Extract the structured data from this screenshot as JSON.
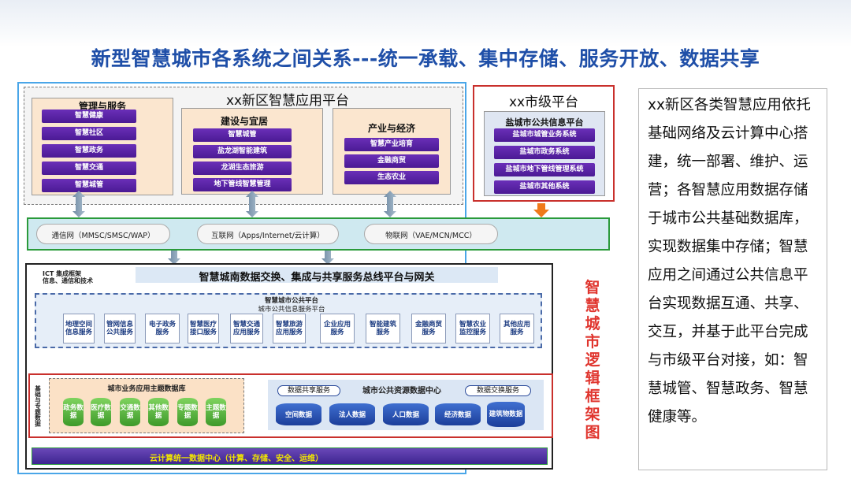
{
  "title": "新型智慧城市各系统之间关系---统一承载、集中存储、服务开放、数据共享",
  "app_platform": {
    "title": "xx新区智慧应用平台",
    "groups": [
      {
        "label": "管理与服务",
        "items": [
          "智慧健康",
          "智慧社区",
          "智慧政务",
          "智慧交通",
          "智慧城管"
        ]
      },
      {
        "label": "建设与宜居",
        "items": [
          "智慧城管",
          "盐龙湖智能建筑",
          "龙湖生态旅游",
          "地下管线智慧管理"
        ]
      },
      {
        "label": "产业与经济",
        "items": [
          "智慧产业培育",
          "金融商贸",
          "生态农业"
        ]
      }
    ]
  },
  "city_platform": {
    "title": "xx市级平台",
    "subtitle": "盐城市公共信息平台",
    "items": [
      "盐城市城管业务系统",
      "盐城市政务系统",
      "盐城市地下管线管理系统",
      "盐城市其他系统"
    ]
  },
  "networks": [
    "通信网（MMSC/SMSC/WAP）",
    "互联网（Apps/Internet/云计算）",
    "物联网（VAE/MCN/MCC）"
  ],
  "ict": {
    "label_line1": "ICT 集成框架",
    "label_line2": "信息、通信和技术",
    "bus_title": "智慧城南数据交换、集成与共享服务总线平台与网关",
    "public_platform": "智慧城市公共平台",
    "service_platform": "城市公共信息服务平台",
    "services": [
      "地理空间信息服务",
      "管网信息公共服务",
      "电子政务服务",
      "智慧医疗接口服务",
      "智慧交通应用服务",
      "智慧旅游应用服务",
      "企业应用服务",
      "智能建筑服务",
      "金融商贸服务",
      "智慧农业监控服务",
      "其他应用服务"
    ]
  },
  "data_layer": {
    "side_label": "基础与专题数据",
    "thematic_title": "城市业务应用主题数据库",
    "thematic_dbs": [
      "政务数据",
      "医疗数据",
      "交通数据",
      "其他数据",
      "专题数据",
      "主题数据"
    ],
    "resource_center": "城市公共资源数据中心",
    "share_service": "数据共享服务",
    "exchange_service": "数据交换服务",
    "core_dbs": [
      "空间数据",
      "法人数据",
      "人口数据",
      "经济数据",
      "建筑物数据"
    ]
  },
  "cloud_center": "云计算统一数据中心（计算、存储、安全、运维）",
  "vertical_label": "智慧城市逻辑框架图",
  "side_text": "xx新区各类智慧应用依托基础网络及云计算中心搭建，统一部署、维护、运营；各智慧应用数据存储于城市公共基础数据库，实现数据集中存储；智慧应用之间通过公共信息平台实现数据互通、共享、交互，并基于此平台完成与市级平台对接，如：智慧城管、智慧政务、智慧健康等。",
  "colors": {
    "title": "#1f4fa8",
    "accent_red": "#d9362c",
    "accent_green": "#2a9a3a",
    "purple": "#5a22a6"
  }
}
